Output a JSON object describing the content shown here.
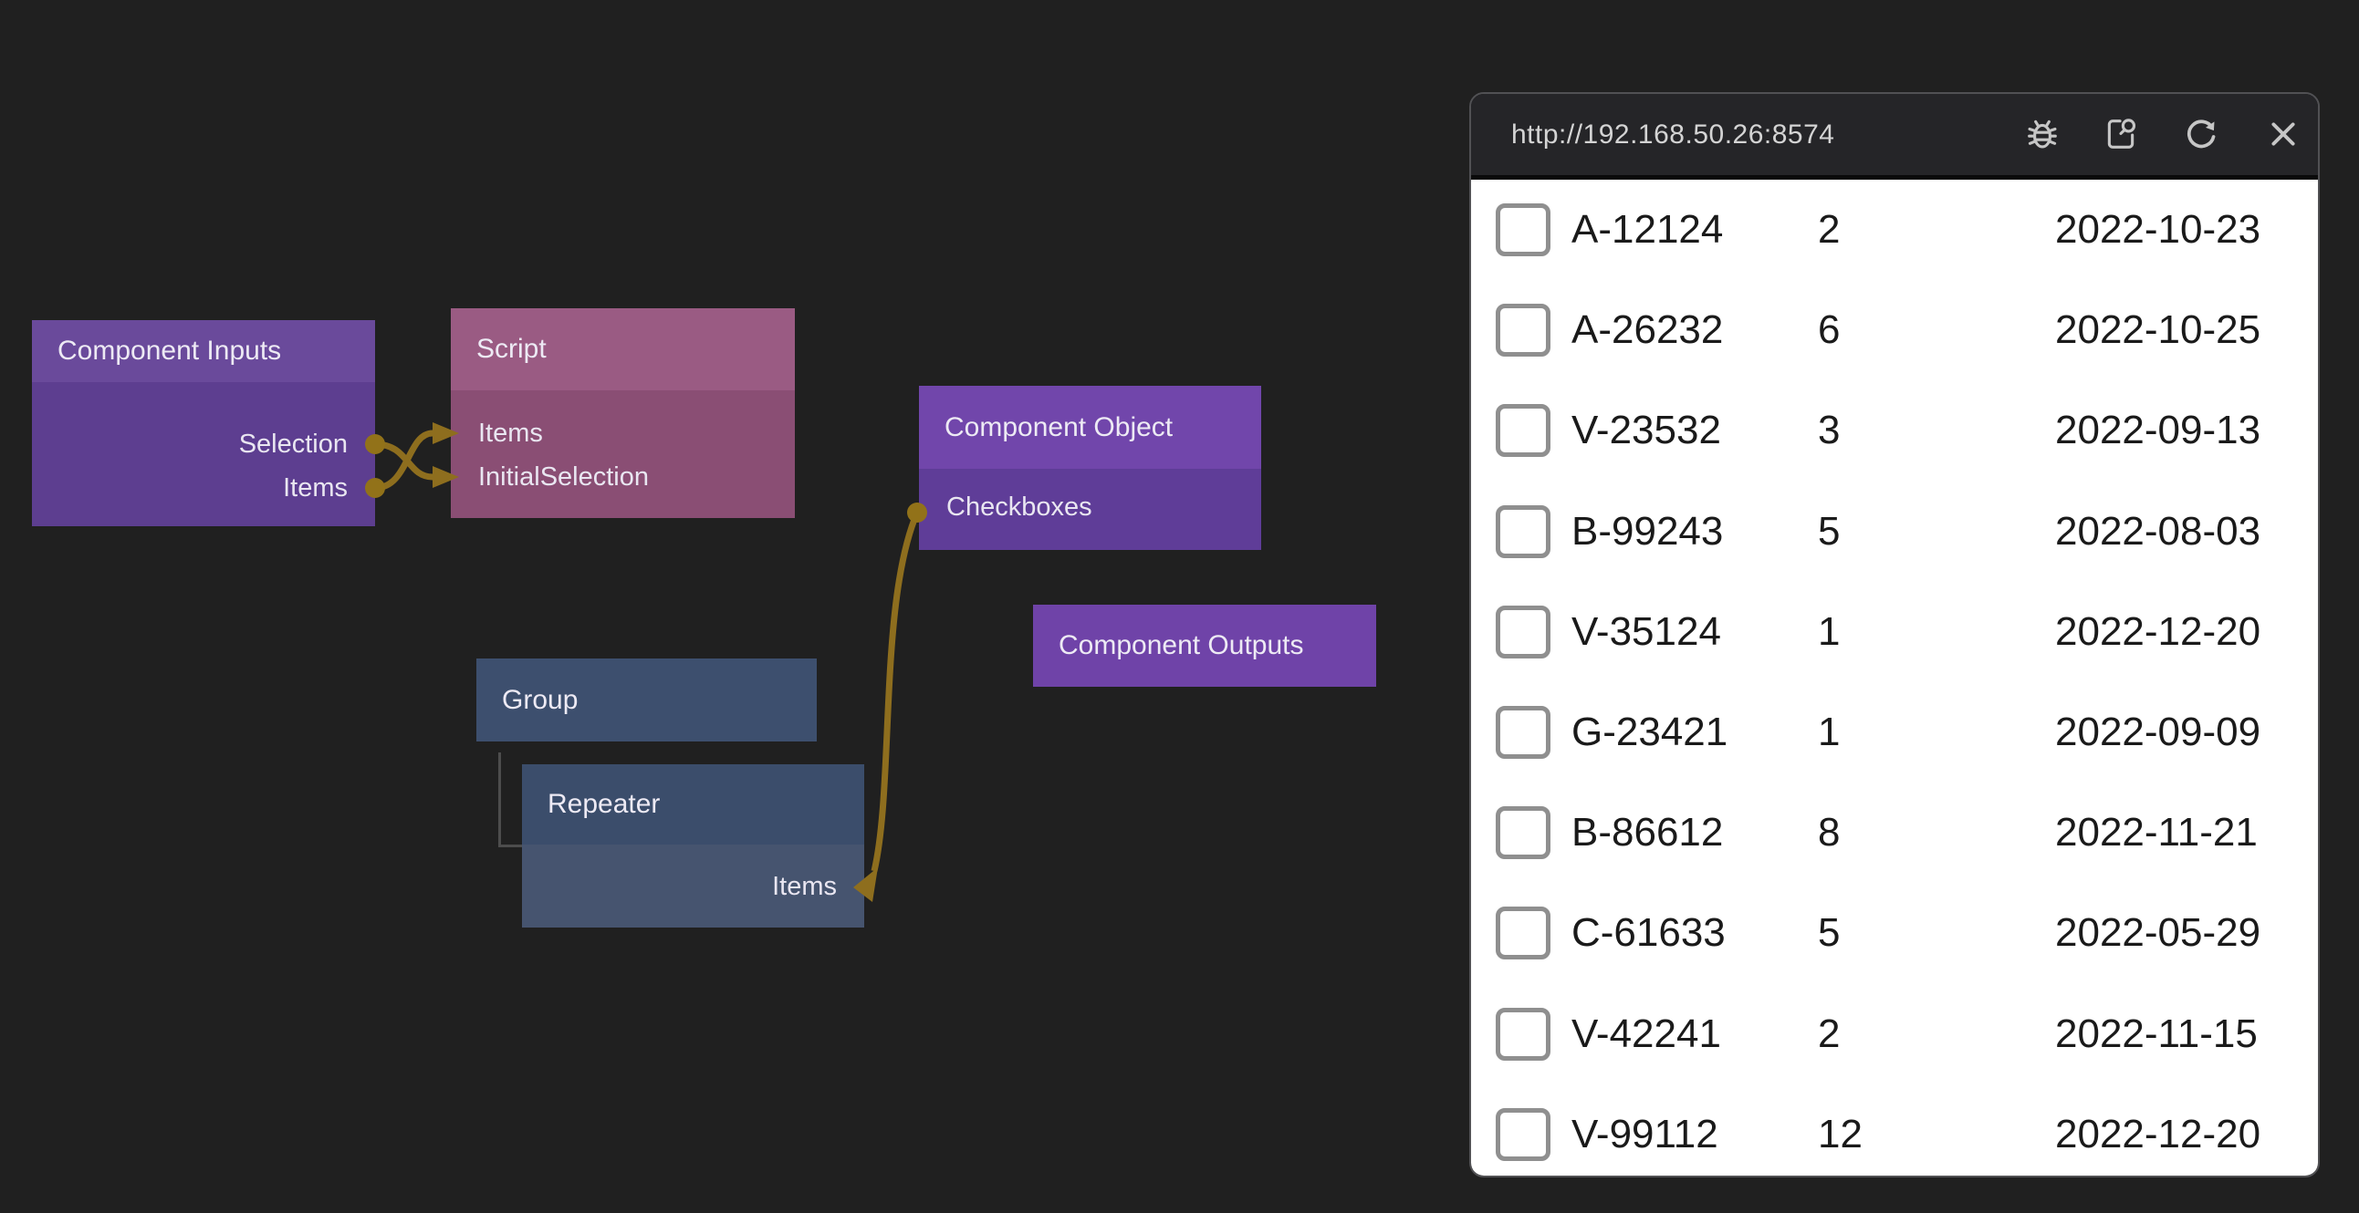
{
  "colors": {
    "background": "#202020",
    "edge_gold": "#8e6e1e",
    "port_dot_gold": "#927219",
    "purple_header": "#6a4a9b",
    "purple_body": "#5d3e90",
    "script_header": "#9a5b83",
    "script_body": "#8a4e74",
    "group_blue": "#3d4f6e",
    "repeater_header": "#3b4d6b",
    "repeater_body": "#46546f",
    "titlebar": "#252528",
    "panel_body": "#ffffff"
  },
  "graph": {
    "nodes": {
      "component_inputs": {
        "title": "Component Inputs",
        "ports": {
          "selection": "Selection",
          "items": "Items"
        }
      },
      "script": {
        "title": "Script",
        "ports": {
          "items": "Items",
          "initial_selection": "InitialSelection"
        }
      },
      "component_object": {
        "title": "Component Object",
        "ports": {
          "checkboxes": "Checkboxes"
        }
      },
      "component_outputs": {
        "title": "Component Outputs"
      },
      "group": {
        "title": "Group"
      },
      "repeater": {
        "title": "Repeater",
        "ports": {
          "items": "Items"
        }
      }
    },
    "edges": [
      {
        "from": "component_inputs.selection",
        "to": "script.initial_selection"
      },
      {
        "from": "component_inputs.items",
        "to": "script.items"
      },
      {
        "from": "component_object.checkboxes",
        "to": "repeater.items"
      }
    ]
  },
  "browser": {
    "url": "http://192.168.50.26:8574",
    "toolbar_icons": [
      "debug-bug",
      "page-preview",
      "refresh",
      "close"
    ],
    "table": {
      "rows": [
        {
          "id": "A-12124",
          "qty": "2",
          "date": "2022-10-23"
        },
        {
          "id": "A-26232",
          "qty": "6",
          "date": "2022-10-25"
        },
        {
          "id": "V-23532",
          "qty": "3",
          "date": "2022-09-13"
        },
        {
          "id": "B-99243",
          "qty": "5",
          "date": "2022-08-03"
        },
        {
          "id": "V-35124",
          "qty": "1",
          "date": "2022-12-20"
        },
        {
          "id": "G-23421",
          "qty": "1",
          "date": "2022-09-09"
        },
        {
          "id": "B-86612",
          "qty": "8",
          "date": "2022-11-21"
        },
        {
          "id": "C-61633",
          "qty": "5",
          "date": "2022-05-29"
        },
        {
          "id": "V-42241",
          "qty": "2",
          "date": "2022-11-15"
        },
        {
          "id": "V-99112",
          "qty": "12",
          "date": "2022-12-20"
        }
      ]
    }
  }
}
